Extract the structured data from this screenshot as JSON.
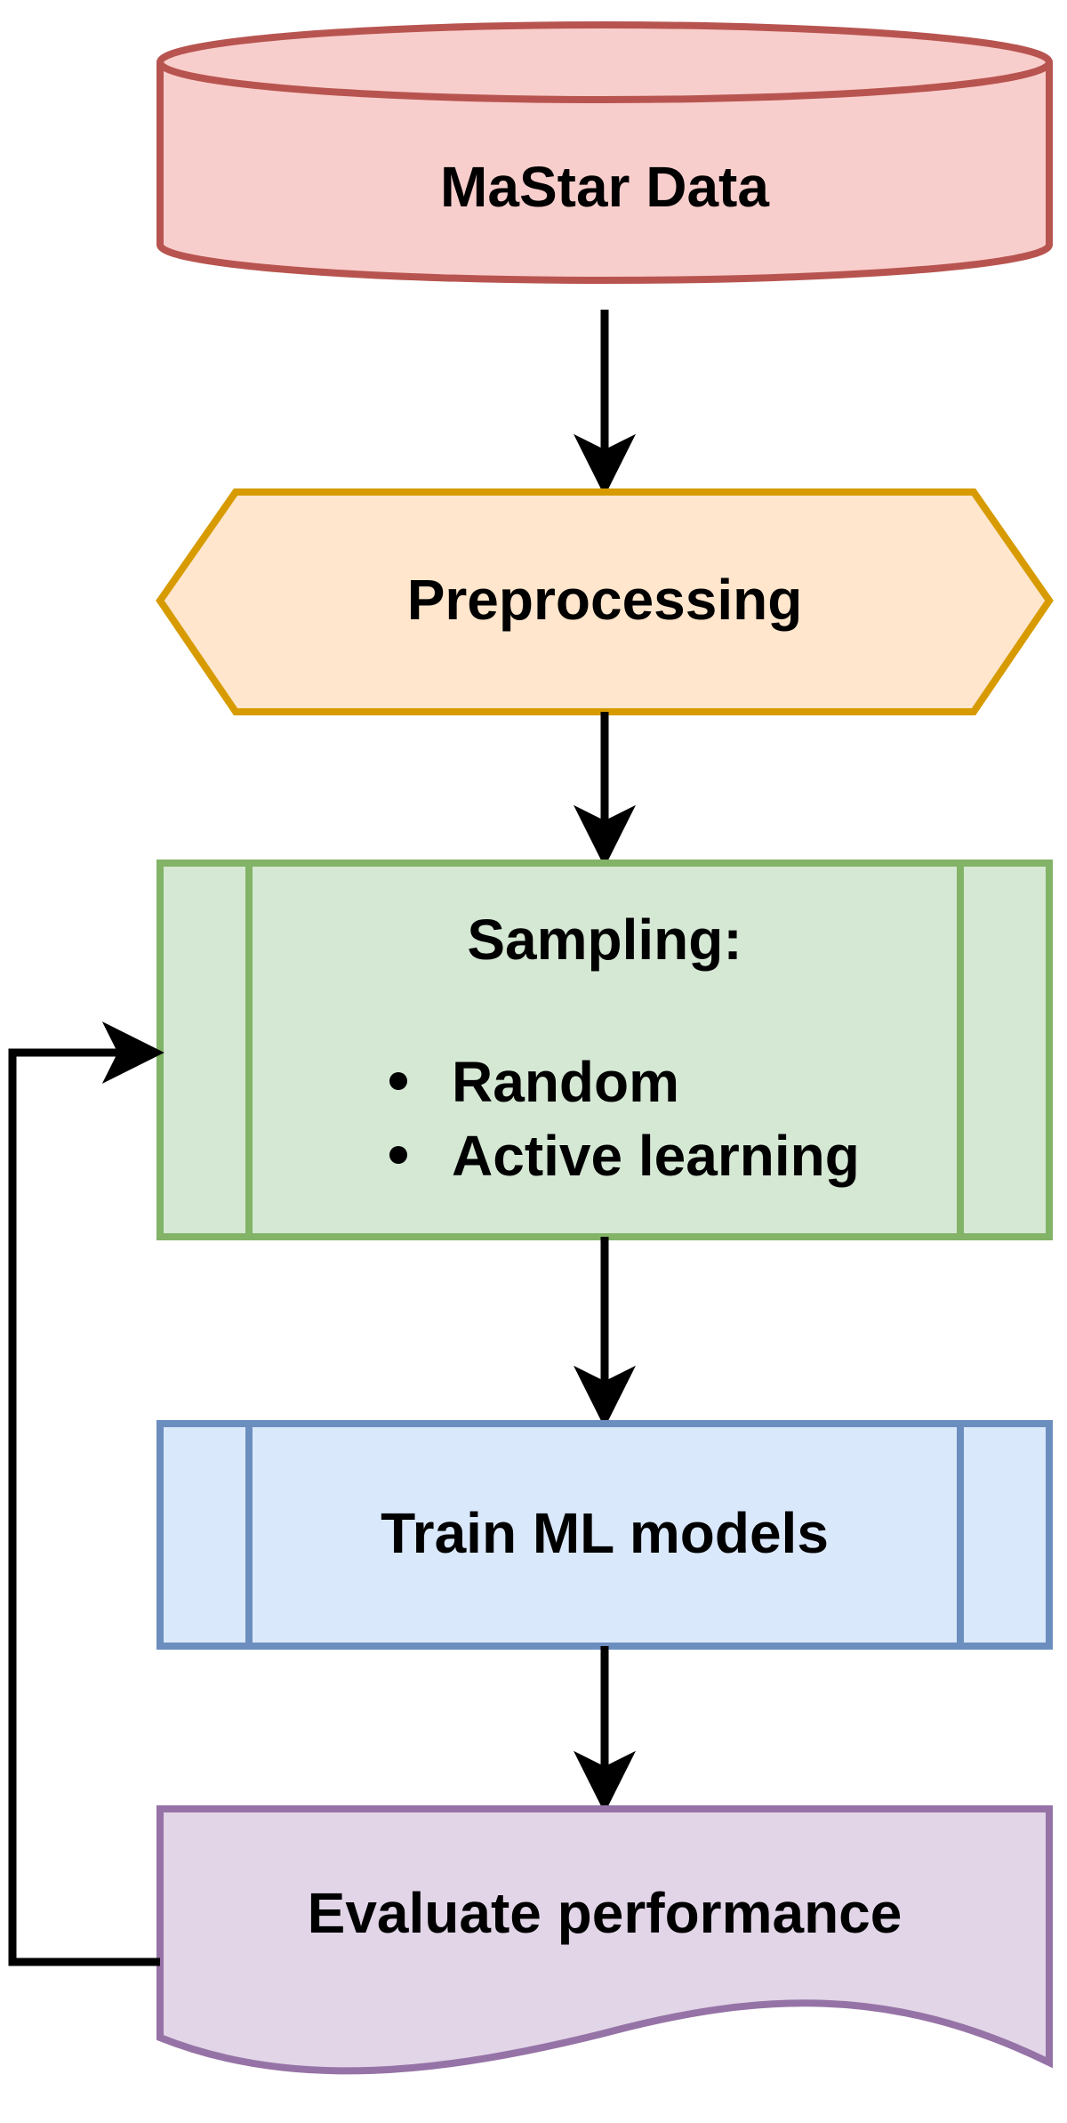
{
  "diagram": {
    "nodes": {
      "data_source": {
        "label": "MaStar Data",
        "fill": "#f8cecc",
        "stroke": "#b85450"
      },
      "preprocessing": {
        "label": "Preprocessing",
        "fill": "#ffe6cc",
        "stroke": "#d79b00"
      },
      "sampling": {
        "title": "Sampling:",
        "items": [
          "Random",
          "Active learning"
        ],
        "fill": "#d5e8d4",
        "stroke": "#82b366"
      },
      "train": {
        "label": "Train ML models",
        "fill": "#dae8fc",
        "stroke": "#6c8ebf"
      },
      "evaluate": {
        "label": "Evaluate performance",
        "fill": "#e1d5e7",
        "stroke": "#9673a6"
      }
    },
    "edge_color": "#000000"
  }
}
